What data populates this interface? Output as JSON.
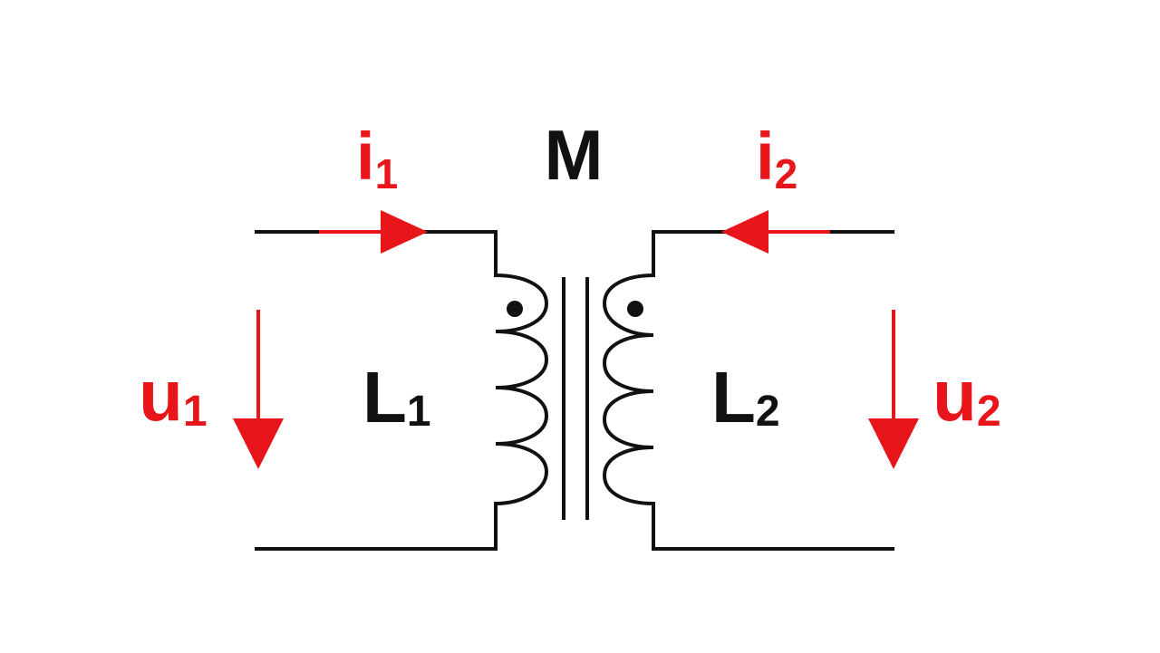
{
  "colors": {
    "wire": "#111111",
    "accent": "#e8151a",
    "background": "#ffffff"
  },
  "labels": {
    "mutual": "M",
    "i1_main": "i",
    "i1_sub": "1",
    "i2_main": "i",
    "i2_sub": "2",
    "u1_main": "u",
    "u1_sub": "1",
    "u2_main": "u",
    "u2_sub": "2",
    "L1_main": "L",
    "L1_sub": "1",
    "L2_main": "L",
    "L2_sub": "2"
  },
  "icons": {
    "dot_primary": "polarity-dot-icon",
    "dot_secondary": "polarity-dot-icon",
    "arrow_i1": "arrow-right-icon",
    "arrow_i2": "arrow-left-icon",
    "arrow_u1": "arrow-down-icon",
    "arrow_u2": "arrow-down-icon"
  }
}
